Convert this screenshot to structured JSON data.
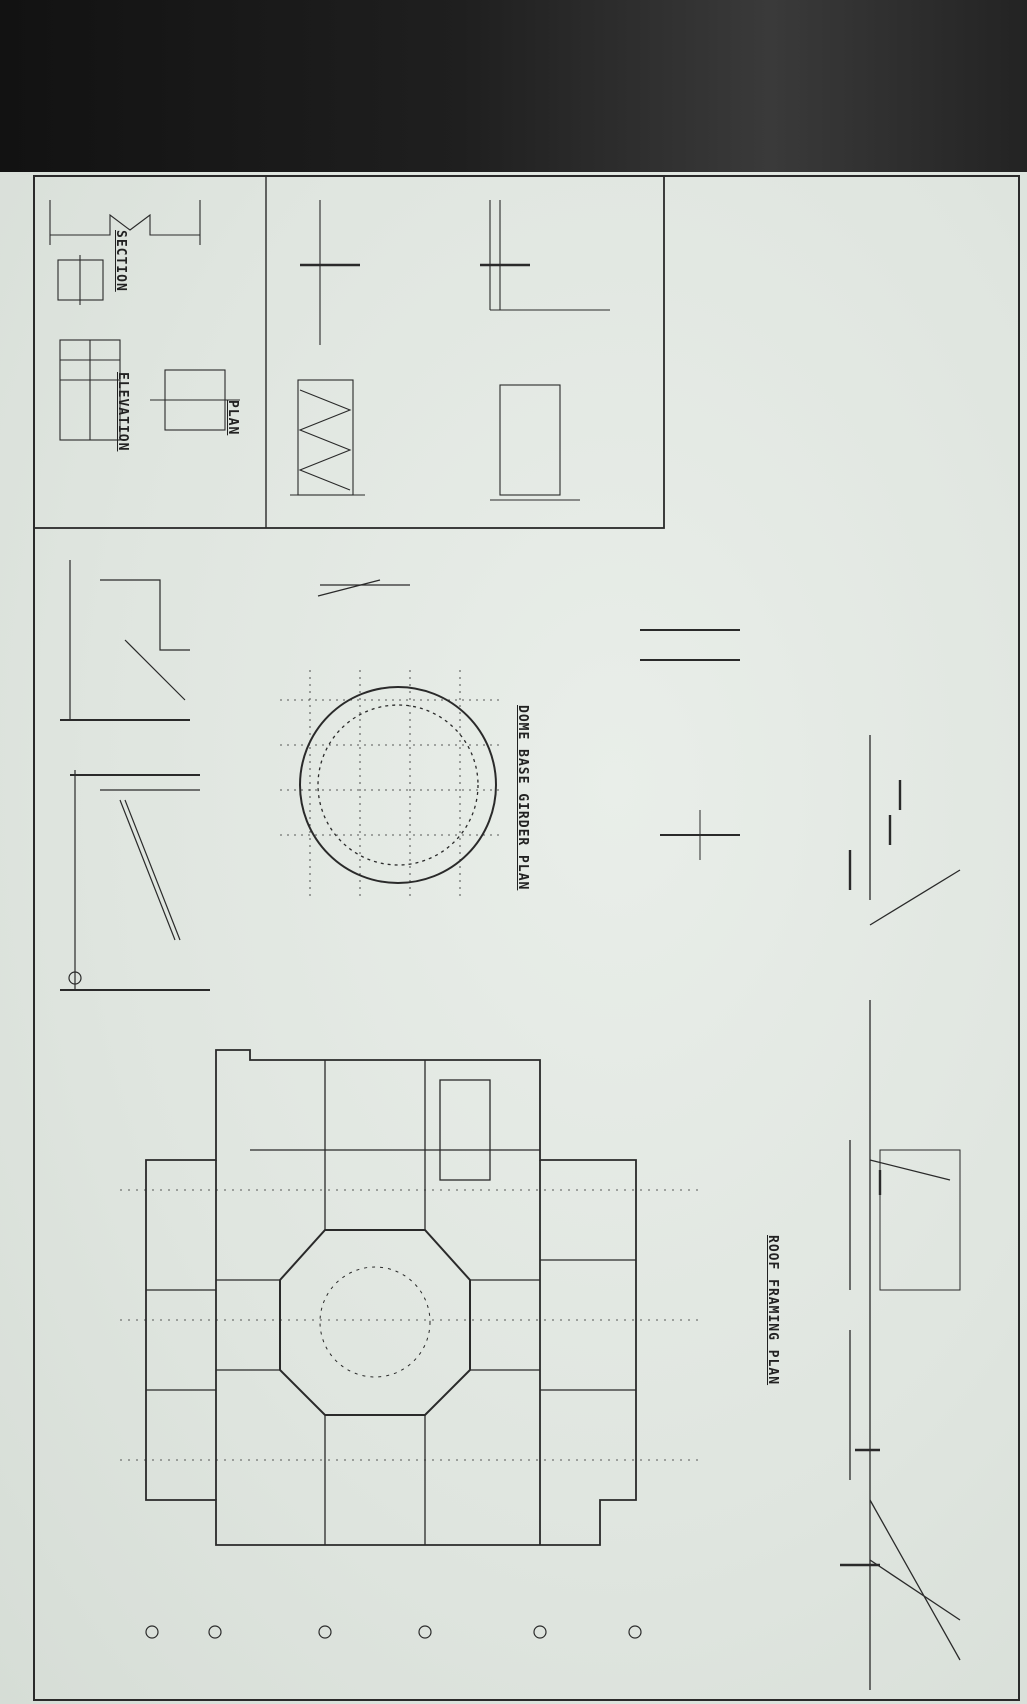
{
  "sheet": {
    "background": "#e4e9e4",
    "line_color": "#2a2a2a"
  },
  "titles": {
    "elevation": "ELEVATION",
    "plan": "PLAN",
    "section": "SECTION",
    "dome_base": "DOME BASE GIRDER PLAN",
    "roof_framing": "ROOF FRAMING PLAN"
  }
}
